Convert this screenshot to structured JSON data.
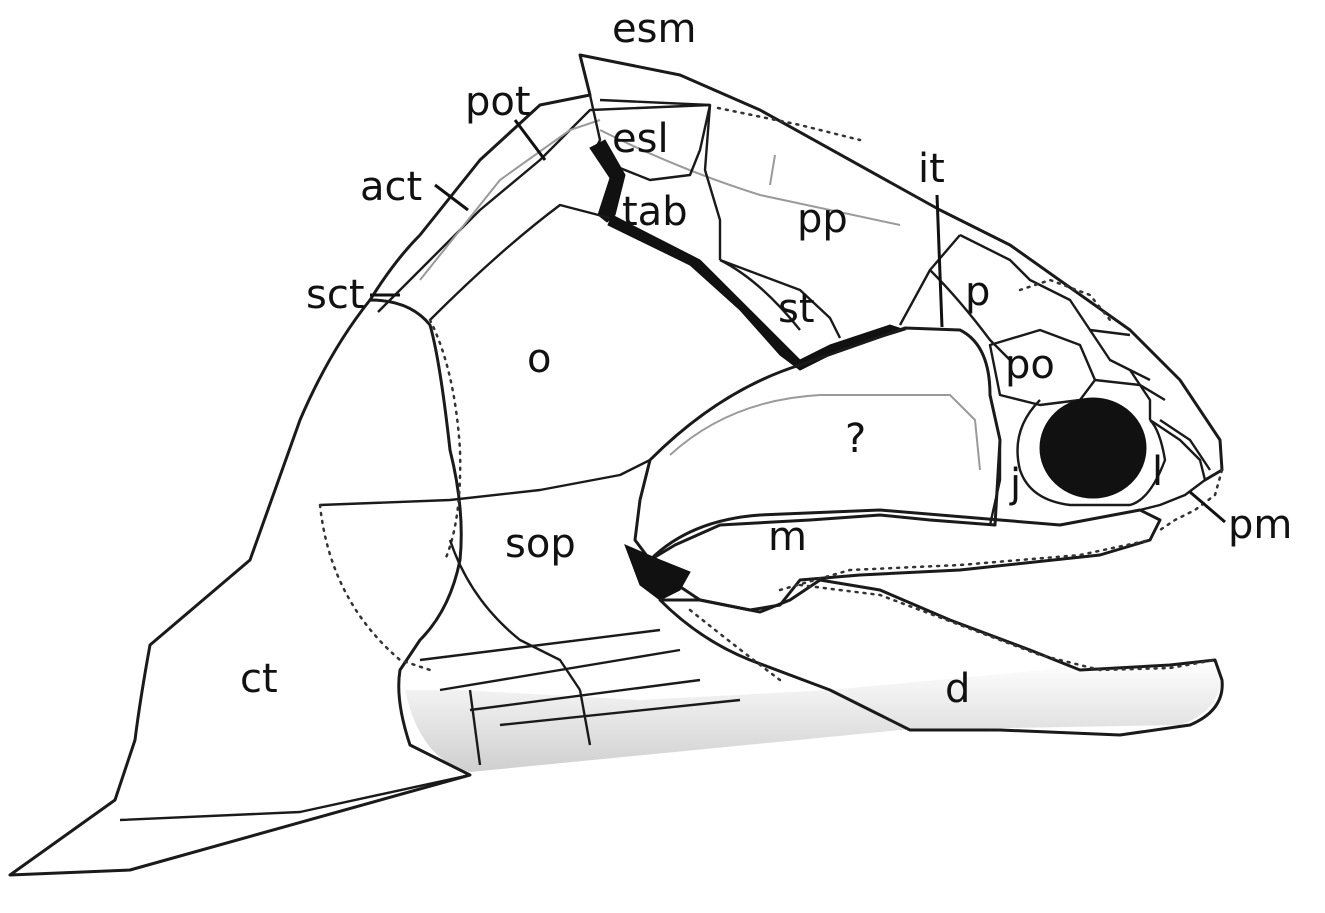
{
  "labels": {
    "esm": "esm",
    "pot": "pot",
    "esl": "esl",
    "act": "act",
    "tab": "tab",
    "pp": "pp",
    "it": "it",
    "sct": "sct",
    "p": "p",
    "st": "st",
    "o": "o",
    "po": "po",
    "unknown": "?",
    "j": "j",
    "l": "l",
    "pm": "pm",
    "sop": "sop",
    "m": "m",
    "ct": "ct",
    "d": "d"
  },
  "colors": {
    "line": "#1a1a1a",
    "fill_black": "#111111",
    "background": "#ffffff"
  }
}
